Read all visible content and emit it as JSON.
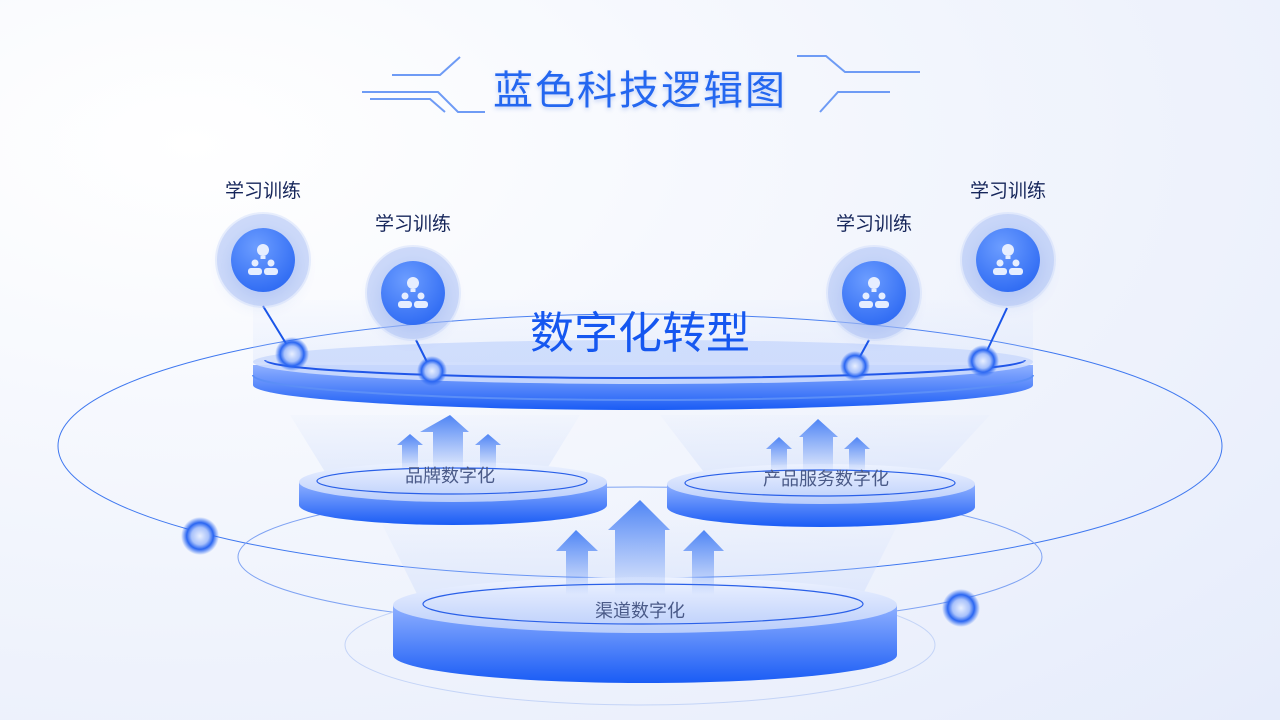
{
  "title": "蓝色科技逻辑图",
  "main": {
    "label": "数字化转型"
  },
  "nodes": [
    {
      "label": "学习训练",
      "icon": "team-idea-icon"
    },
    {
      "label": "学习训练",
      "icon": "team-idea-icon"
    },
    {
      "label": "学习训练",
      "icon": "team-idea-icon"
    },
    {
      "label": "学习训练",
      "icon": "team-idea-icon"
    }
  ],
  "platforms": {
    "left": "品牌数字化",
    "right": "产品服务数字化",
    "bottom": "渠道数字化"
  },
  "colors": {
    "accent": "#1f5ef0",
    "title": "#2467f0",
    "label": "#15255a"
  }
}
